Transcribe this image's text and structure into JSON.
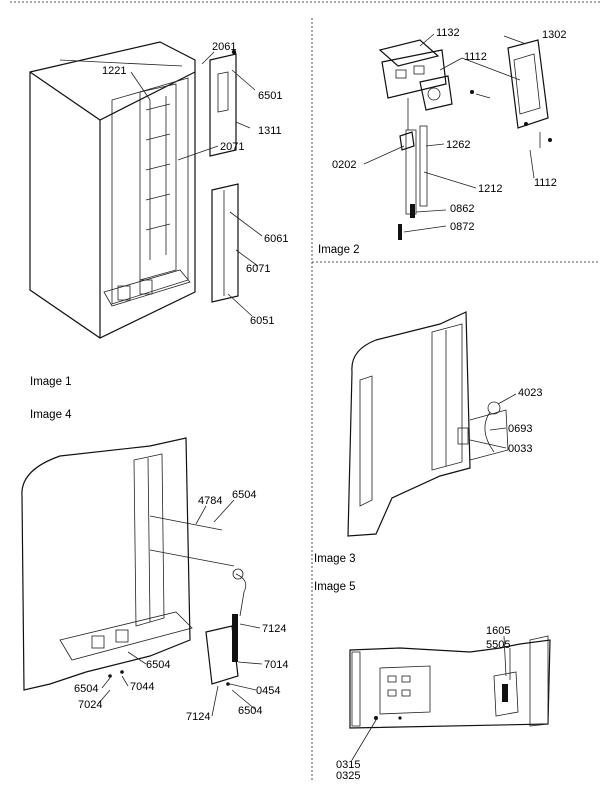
{
  "captions": {
    "image1": "Image 1",
    "image2": "Image 2",
    "image3": "Image 3",
    "image4": "Image 4",
    "image5": "Image 5"
  },
  "image1_parts": {
    "p2061": "2061",
    "p1221": "1221",
    "p6501": "6501",
    "p1311": "1311",
    "p2071": "2071",
    "p6061": "6061",
    "p6071": "6071",
    "p6051": "6051"
  },
  "image2_parts": {
    "p1132": "1132",
    "p1302": "1302",
    "p1112a": "1112",
    "p1262": "1262",
    "p0202": "0202",
    "p1212": "1212",
    "p1112b": "1112",
    "p0862": "0862",
    "p0872": "0872"
  },
  "image3_parts": {
    "p4023": "4023",
    "p0693": "0693",
    "p0033": "0033"
  },
  "image4_parts": {
    "p4784": "4784",
    "p6504a": "6504",
    "p7124a": "7124",
    "p7014": "7014",
    "p6504b": "6504",
    "p7044": "7044",
    "p6504c": "6504",
    "p7024": "7024",
    "p0454": "0454",
    "p7124b": "7124",
    "p6504d": "6504"
  },
  "image5_parts": {
    "p1605": "1605",
    "p5505": "5505",
    "p0315": "0315",
    "p0325": "0325"
  }
}
